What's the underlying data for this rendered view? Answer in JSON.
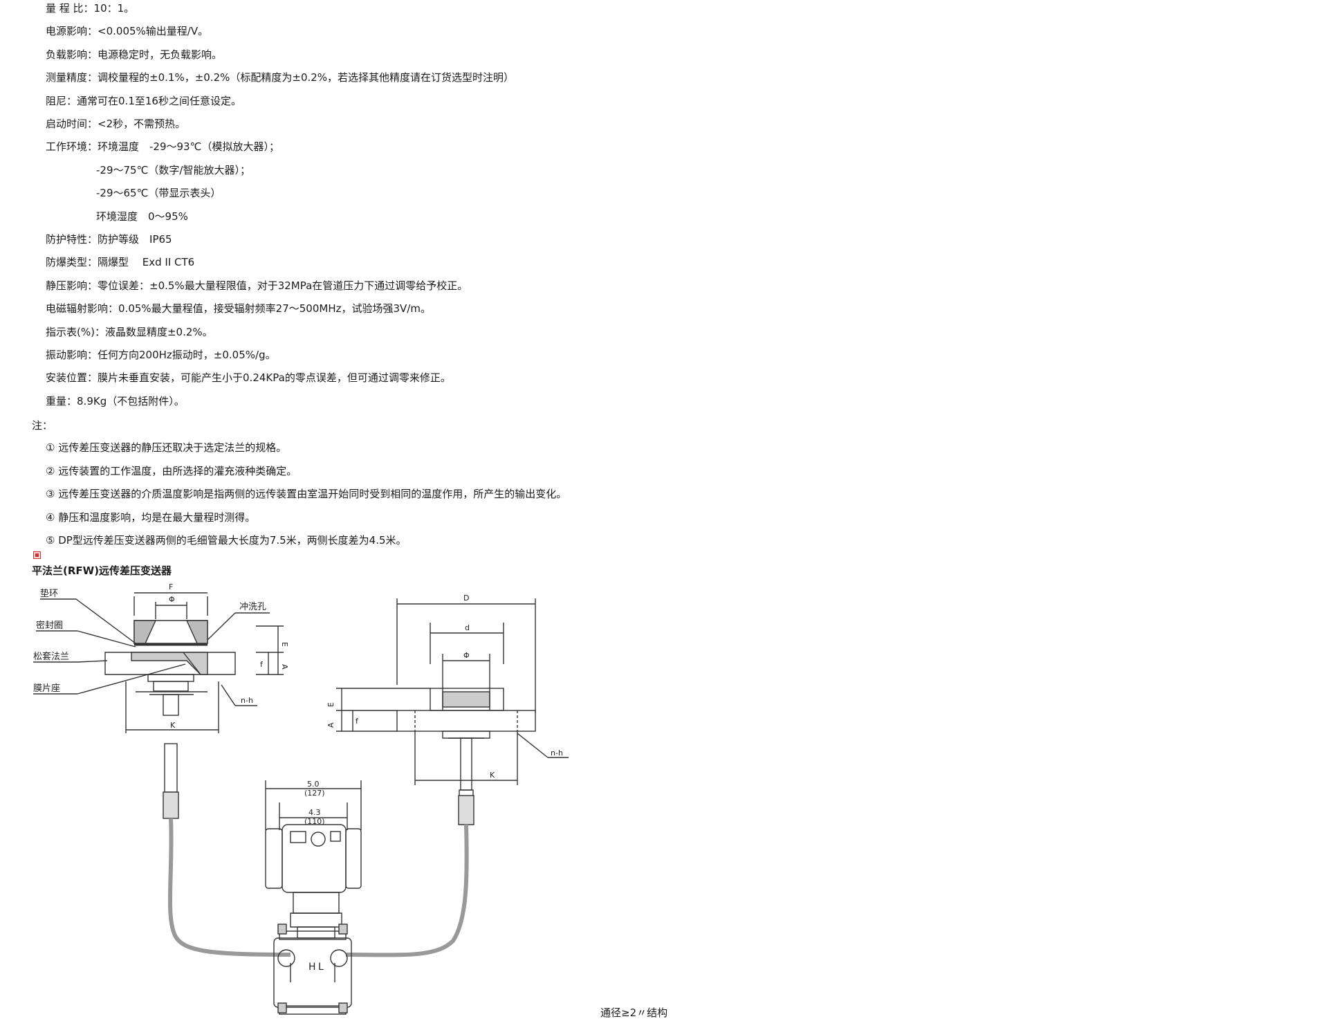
{
  "specs": [
    {
      "label": "量 程 比：",
      "value": "10：1。"
    },
    {
      "label": "电源影响：",
      "value": "<0.005%输出量程/V。"
    },
    {
      "label": "负载影响：",
      "value": "电源稳定时，无负载影响。"
    },
    {
      "label": "测量精度：",
      "value": "调校量程的±0.1%，±0.2%（标配精度为±0.2%，若选择其他精度请在订货选型时注明）"
    },
    {
      "label": "阻尼：",
      "value": "通常可在0.1至16秒之间任意设定。"
    },
    {
      "label": "启动时间：",
      "value": "<2秒，不需预热。"
    },
    {
      "label": "工作环境：",
      "value": "环境温度　-29～93℃（模拟放大器）；"
    },
    {
      "label": "",
      "value": "-29～75℃（数字/智能放大器）；"
    },
    {
      "label": "",
      "value": "-29～65℃（带显示表头）"
    },
    {
      "label": "",
      "value": "环境湿度　0～95%"
    },
    {
      "label": "防护特性：",
      "value": "防护等级　IP65"
    },
    {
      "label": "防爆类型：",
      "value": "隔爆型　 Exd II CT6"
    },
    {
      "label": "静压影响：",
      "value": "零位误差：±0.5%最大量程限值，对于32MPa在管道压力下通过调零给予校正。"
    },
    {
      "label": "电磁辐射影响：",
      "value": "0.05%最大量程值，接受辐射频率27～500MHz，试验场强3V/m。"
    },
    {
      "label": "指示表(%)：",
      "value": "液晶数显精度±0.2%。"
    },
    {
      "label": "振动影响：",
      "value": "任何方向200Hz振动时，±0.05%/g。"
    },
    {
      "label": "安装位置：",
      "value": "膜片未垂直安装，可能产生小于0.24KPa的零点误差，但可通过调零来修正。"
    },
    {
      "label": "重量：",
      "value": "8.9Kg（不包括附件）。"
    }
  ],
  "notes_title": "注：",
  "notes": [
    "① 远传差压变送器的静压还取决于选定法兰的规格。",
    "② 远传装置的工作温度，由所选择的灌充液种类确定。",
    "③ 远传差压变送器的介质温度影响是指两侧的远传装置由室温开始同时受到相同的温度作用，所产生的输出变化。",
    "④ 静压和温度影响，均是在最大量程时测得。",
    "⑤ DP型远传差压变送器两侧的毛细管最大长度为7.5米，两侧长度差为4.5米。"
  ],
  "figure": {
    "title": "平法兰(RFW)远传差压变送器",
    "left_labels": {
      "gasket": "垫环",
      "seal": "密封圈",
      "loose_flange": "松套法兰",
      "diaphragm_seat": "膜片座",
      "flush_hole": "冲洗孔"
    },
    "dims": {
      "F": "F",
      "phi": "Φ",
      "E": "E",
      "A": "A",
      "f": "f",
      "nh": "n-h",
      "K": "K",
      "D": "D",
      "d": "d",
      "w1": "5.0",
      "w1b": "(127)",
      "w2": "4.3",
      "w2b": "(110)",
      "H": "H",
      "L": "L"
    },
    "caption": "通径≥2〃结构"
  }
}
